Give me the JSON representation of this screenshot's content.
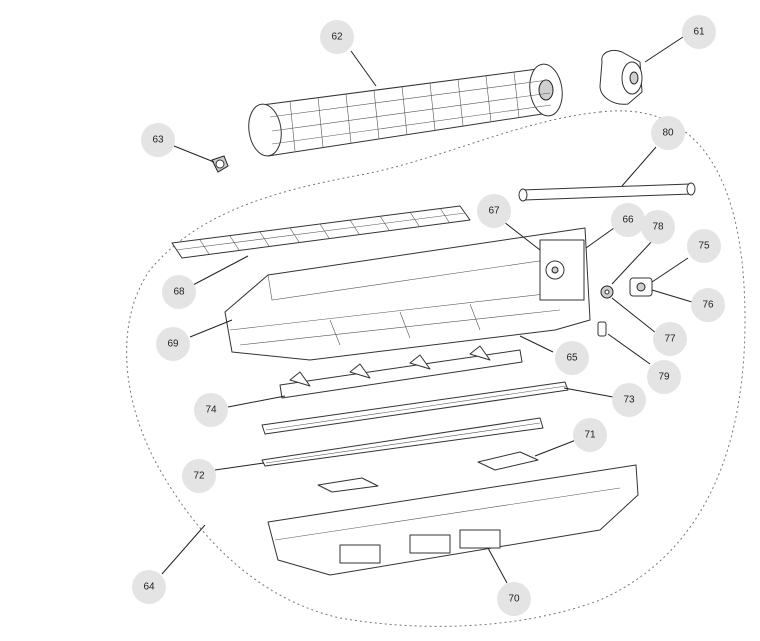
{
  "callouts": [
    {
      "id": "c61",
      "label": "61"
    },
    {
      "id": "c62",
      "label": "62"
    },
    {
      "id": "c63",
      "label": "63"
    },
    {
      "id": "c64",
      "label": "64"
    },
    {
      "id": "c65",
      "label": "65"
    },
    {
      "id": "c66",
      "label": "66"
    },
    {
      "id": "c67",
      "label": "67"
    },
    {
      "id": "c68",
      "label": "68"
    },
    {
      "id": "c69",
      "label": "69"
    },
    {
      "id": "c70",
      "label": "70"
    },
    {
      "id": "c71",
      "label": "71"
    },
    {
      "id": "c72",
      "label": "72"
    },
    {
      "id": "c73",
      "label": "73"
    },
    {
      "id": "c74",
      "label": "74"
    },
    {
      "id": "c75",
      "label": "75"
    },
    {
      "id": "c76",
      "label": "76"
    },
    {
      "id": "c77",
      "label": "77"
    },
    {
      "id": "c78",
      "label": "78"
    },
    {
      "id": "c79",
      "label": "79"
    },
    {
      "id": "c80",
      "label": "80"
    }
  ]
}
